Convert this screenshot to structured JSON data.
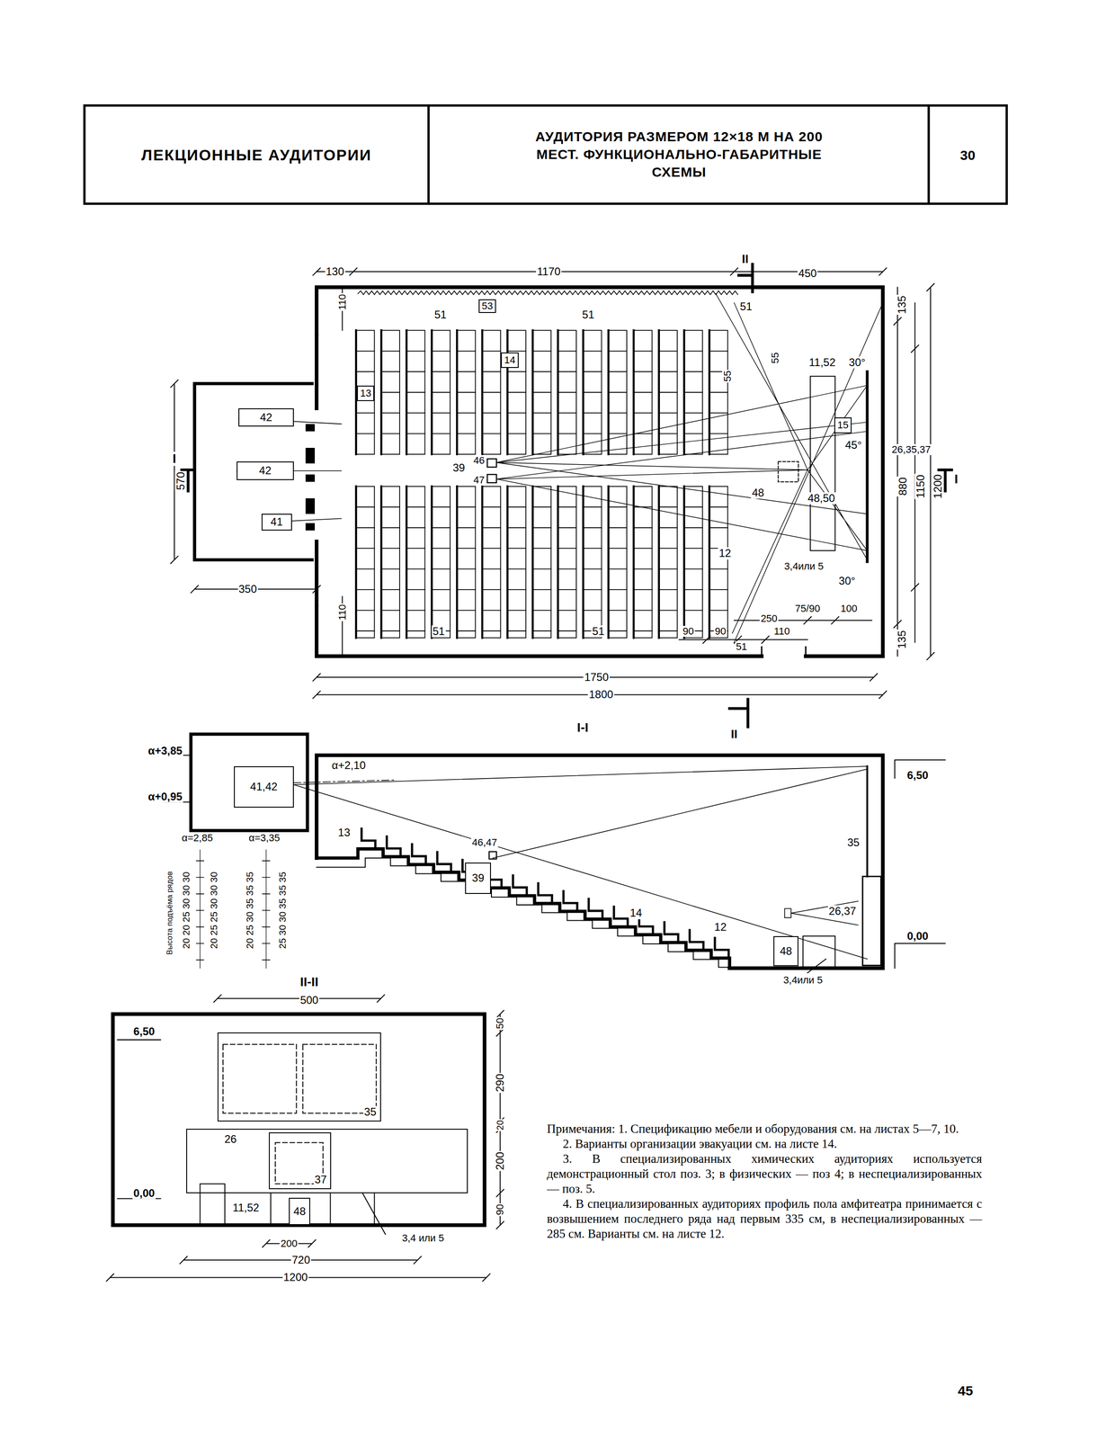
{
  "diagram": {
    "title": "АУДИТОРИЯ РАЗМЕРОМ 12×18 М НА 200 МЕСТ. ФУНКЦИОНАЛЬНО-ГАБАРИТНЫЕ СХЕМЫ",
    "nodes": [
      {
        "text": [
          "ЛЕКЦИОННЫЕ АУДИТОРИИ"
        ]
      },
      {
        "text": [
          "30"
        ]
      },
      {
        "text": [
          "42"
        ]
      },
      {
        "text": [
          "42"
        ]
      },
      {
        "text": [
          "41"
        ]
      },
      {
        "text": [
          "53"
        ]
      },
      {
        "text": [
          "14"
        ]
      },
      {
        "text": [
          "13"
        ]
      },
      {
        "text": [
          "15"
        ]
      },
      {
        "text": [
          "41,42"
        ]
      },
      {
        "text": [
          "39"
        ]
      },
      {
        "text": [
          "48"
        ]
      },
      {
        "text": [
          "35"
        ]
      },
      {
        "text": [
          "26"
        ]
      },
      {
        "text": [
          "37"
        ],
        "in": 13
      },
      {
        "text": [
          "48"
        ]
      }
    ],
    "labels": [
      "II",
      "130",
      "1170",
      "450",
      "135",
      "110",
      "51",
      "51",
      "51",
      "55",
      "55",
      "11,52",
      "30°",
      "570",
      "I",
      "39",
      "46",
      "47",
      "45°",
      "26,35,37",
      "48",
      "48,50",
      "880",
      "1150",
      "1200",
      "I",
      "12",
      "3,4или 5",
      "30°",
      "350",
      "110",
      "250",
      "75/90",
      "100",
      "135",
      "51",
      "51",
      "90",
      "90",
      "51",
      "110",
      "1750",
      "1800",
      "II",
      "I-I",
      "α+3,85",
      "α+0,95",
      "α+2,10",
      "6,50",
      "13",
      "46,47",
      "35",
      "α=2,85",
      "α=3,35",
      "Высота подъёма рядов",
      "20 20 25 30 30 30",
      "20 25 25 30 30 30",
      "20 25 30 35 35 35",
      "25 30 30 35 35 35",
      "14",
      "12",
      "26,37",
      "0,00",
      "3,4или 5",
      "II-II",
      "500",
      "50",
      "6,50",
      "290",
      "20",
      "200",
      "0,00",
      "11,52",
      "90",
      "3,4 или 5",
      "200",
      "720",
      "1200",
      "Примечания: 1. Спецификацию мебели и оборудования см. на листах 5—7, 10.",
      "2. Варианты организации эвакуации см. на листе 14.",
      "3. В специализированных химических аудиториях используется демонстрационный стол поз. 3; в физических — поз 4; в неспециализированных — поз. 5.",
      "4. В специализированных аудиториях профиль пола амфитеатра принимается с возвышением последнего ряда над первым 335 см, в неспециализированных — 285 см. Варианты см. на листе 12.",
      "45"
    ]
  }
}
